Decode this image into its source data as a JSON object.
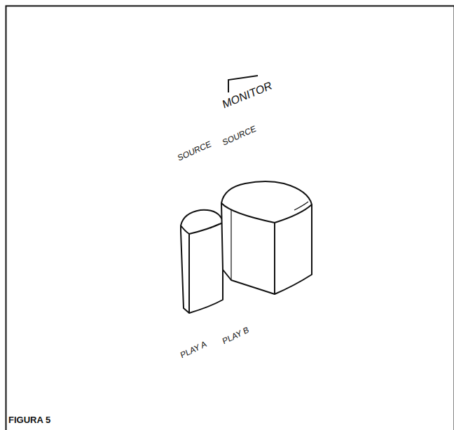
{
  "diagram": {
    "caption": "FIGURA 5",
    "labels": [
      "MONITOR",
      "SOURCE",
      "SOURCE",
      "PLAY A",
      "PLAY B"
    ]
  }
}
